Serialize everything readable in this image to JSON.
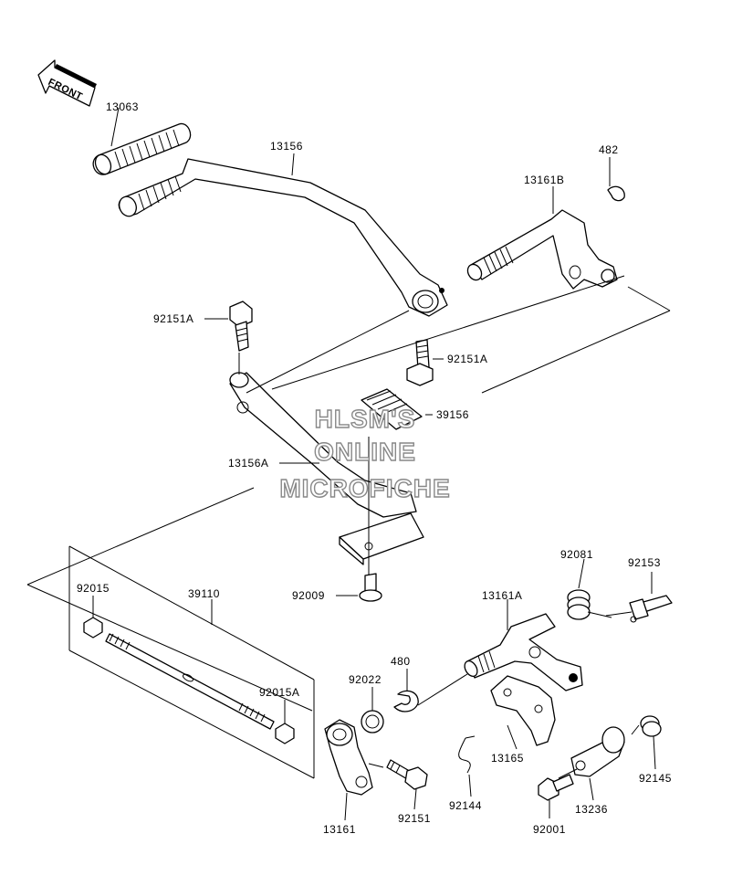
{
  "front_label": "FRONT",
  "watermark": [
    "HLSM'S",
    "ONLINE",
    "MICROFICHE"
  ],
  "parts": {
    "p13063": "13063",
    "p13156": "13156",
    "p482": "482",
    "p13161B": "13161B",
    "p92151A_top": "92151A",
    "p92151A_mid": "92151A",
    "p39156": "39156",
    "p13156A": "13156A",
    "p92081": "92081",
    "p92153": "92153",
    "p92015": "92015",
    "p39110": "39110",
    "p92009": "92009",
    "p13161A": "13161A",
    "p480": "480",
    "p92022": "92022",
    "p92015A": "92015A",
    "p13165": "13165",
    "p92145": "92145",
    "p92144": "92144",
    "p13236": "13236",
    "p13161": "13161",
    "p92151": "92151",
    "p92001": "92001"
  }
}
